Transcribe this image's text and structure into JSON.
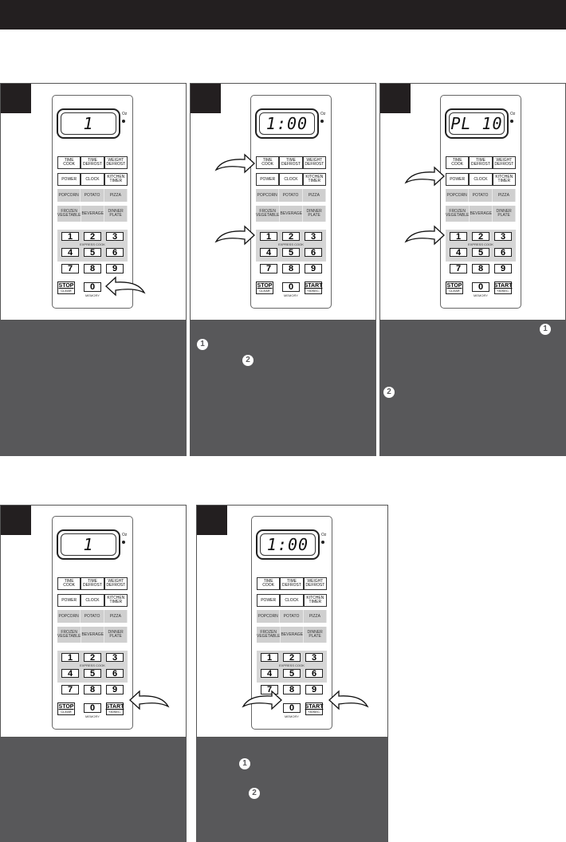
{
  "keypad": {
    "row1": [
      "TIME COOK",
      "TIME DEFROST",
      "WEIGHT DEFROST"
    ],
    "row2": [
      "POWER",
      "CLOCK",
      "KITCHEN TIMER"
    ],
    "row3": [
      "POPCORN",
      "POTATO",
      "PIZZA"
    ],
    "row4": [
      "FROZEN VEGETABLE",
      "BEVERAGE",
      "DINNER PLATE"
    ],
    "numbers_a": [
      "1",
      "2",
      "3"
    ],
    "numbers_b": [
      "4",
      "5",
      "6"
    ],
    "numbers_c": [
      "7",
      "8",
      "9"
    ],
    "express_label": "EXPRESS COOK",
    "stop": "STOP",
    "stop_sub": "CLEAR",
    "zero": "0",
    "memory": "MEMORY",
    "start": "START",
    "start_sub": "+30SEC.",
    "oz": "Oz"
  },
  "panels": [
    {
      "display": "1",
      "caption_markers": []
    },
    {
      "display": "1:00",
      "caption_markers": [
        "1",
        "2"
      ]
    },
    {
      "display": "PL 10",
      "caption_markers": [
        "1",
        "2"
      ]
    },
    {
      "display": "1",
      "caption_markers": []
    },
    {
      "display": "1:00",
      "caption_markers": [
        "1",
        "2"
      ]
    }
  ],
  "colors": {
    "header": "#231f20",
    "caption": "#58585a"
  }
}
